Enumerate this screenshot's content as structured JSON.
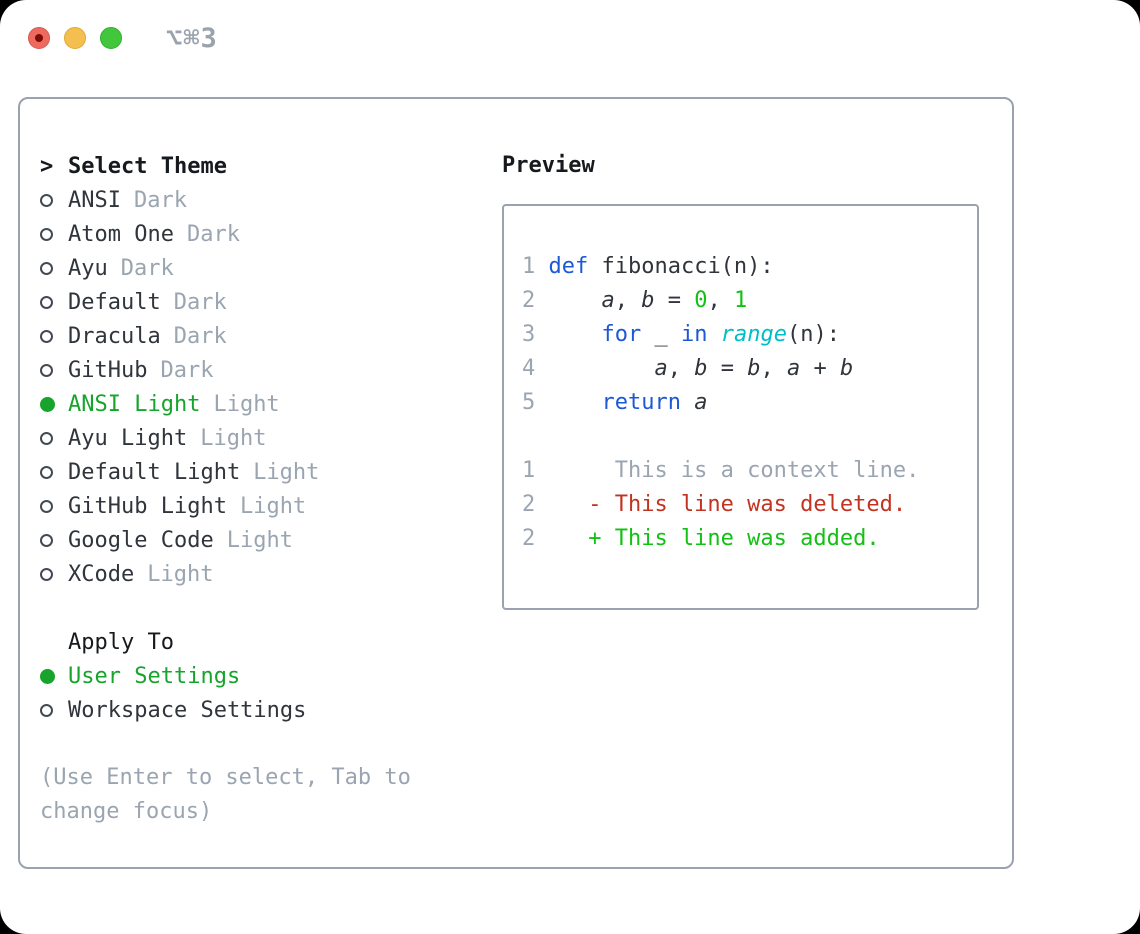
{
  "window": {
    "title": "⌥⌘3",
    "traffic_lights": [
      "close",
      "minimize",
      "zoom"
    ]
  },
  "theme_picker": {
    "header_prefix": ">",
    "header": "Select Theme",
    "items": [
      {
        "name": "ANSI",
        "variant": "Dark",
        "selected": false
      },
      {
        "name": "Atom One",
        "variant": "Dark",
        "selected": false
      },
      {
        "name": "Ayu",
        "variant": "Dark",
        "selected": false
      },
      {
        "name": "Default",
        "variant": "Dark",
        "selected": false
      },
      {
        "name": "Dracula",
        "variant": "Dark",
        "selected": false
      },
      {
        "name": "GitHub",
        "variant": "Dark",
        "selected": false
      },
      {
        "name": "ANSI Light",
        "variant": "Light",
        "selected": true
      },
      {
        "name": "Ayu Light",
        "variant": "Light",
        "selected": false
      },
      {
        "name": "Default Light",
        "variant": "Light",
        "selected": false
      },
      {
        "name": "GitHub Light",
        "variant": "Light",
        "selected": false
      },
      {
        "name": "Google Code",
        "variant": "Light",
        "selected": false
      },
      {
        "name": "XCode",
        "variant": "Light",
        "selected": false
      }
    ],
    "apply_to": {
      "header": "Apply To",
      "options": [
        {
          "label": "User Settings",
          "selected": true
        },
        {
          "label": "Workspace Settings",
          "selected": false
        }
      ]
    },
    "hint": "(Use Enter to select, Tab to change focus)"
  },
  "preview": {
    "header": "Preview",
    "code_lines": [
      {
        "num": "1",
        "tokens": [
          {
            "c": "p",
            "t": " "
          },
          {
            "c": "kw",
            "t": "def"
          },
          {
            "c": "p",
            "t": " fibonacci(n):"
          }
        ]
      },
      {
        "num": "2",
        "tokens": [
          {
            "c": "p",
            "t": "     "
          },
          {
            "c": "v",
            "t": "a"
          },
          {
            "c": "p",
            "t": ", "
          },
          {
            "c": "v",
            "t": "b"
          },
          {
            "c": "p",
            "t": " = "
          },
          {
            "c": "n",
            "t": "0"
          },
          {
            "c": "p",
            "t": ", "
          },
          {
            "c": "n",
            "t": "1"
          }
        ]
      },
      {
        "num": "3",
        "tokens": [
          {
            "c": "p",
            "t": "     "
          },
          {
            "c": "kw",
            "t": "for"
          },
          {
            "c": "p",
            "t": " _ "
          },
          {
            "c": "kw",
            "t": "in"
          },
          {
            "c": "p",
            "t": " "
          },
          {
            "c": "b",
            "t": "range"
          },
          {
            "c": "p",
            "t": "(n):"
          }
        ]
      },
      {
        "num": "4",
        "tokens": [
          {
            "c": "p",
            "t": "         "
          },
          {
            "c": "v",
            "t": "a"
          },
          {
            "c": "p",
            "t": ", "
          },
          {
            "c": "v",
            "t": "b"
          },
          {
            "c": "p",
            "t": " = "
          },
          {
            "c": "v",
            "t": "b"
          },
          {
            "c": "p",
            "t": ", "
          },
          {
            "c": "v",
            "t": "a"
          },
          {
            "c": "p",
            "t": " + "
          },
          {
            "c": "v",
            "t": "b"
          }
        ]
      },
      {
        "num": "5",
        "tokens": [
          {
            "c": "p",
            "t": "     "
          },
          {
            "c": "kw",
            "t": "return"
          },
          {
            "c": "p",
            "t": " "
          },
          {
            "c": "v",
            "t": "a"
          }
        ]
      },
      {
        "num": "",
        "tokens": []
      },
      {
        "num": "1",
        "tokens": [
          {
            "c": "ctx",
            "t": "      This is a context line."
          }
        ]
      },
      {
        "num": "2",
        "tokens": [
          {
            "c": "del",
            "t": "    - This line was deleted."
          }
        ]
      },
      {
        "num": "2",
        "tokens": [
          {
            "c": "add",
            "t": "    + This line was added."
          }
        ]
      }
    ]
  },
  "colors": {
    "selection_green": "#17a42c",
    "keyword_blue": "#1b59d6",
    "literal_green": "#12c113",
    "builtin_cyan": "#00bec8",
    "deleted_red": "#c23321",
    "added_green": "#12c113",
    "muted_gray": "#9aa5b1",
    "text_dark": "#30353c",
    "border_gray": "#99a2ae",
    "traffic_red": "#ee6a5f",
    "traffic_yellow": "#f5bf4f",
    "traffic_green": "#41c63c"
  }
}
